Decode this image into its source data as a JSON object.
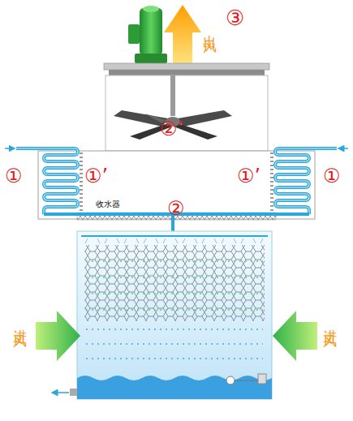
{
  "diagram": {
    "labels": [
      "出风",
      "③",
      "②’",
      "①",
      "①’",
      "①’",
      "①",
      "收水器",
      "②",
      "进风",
      "进风"
    ]
  }
}
